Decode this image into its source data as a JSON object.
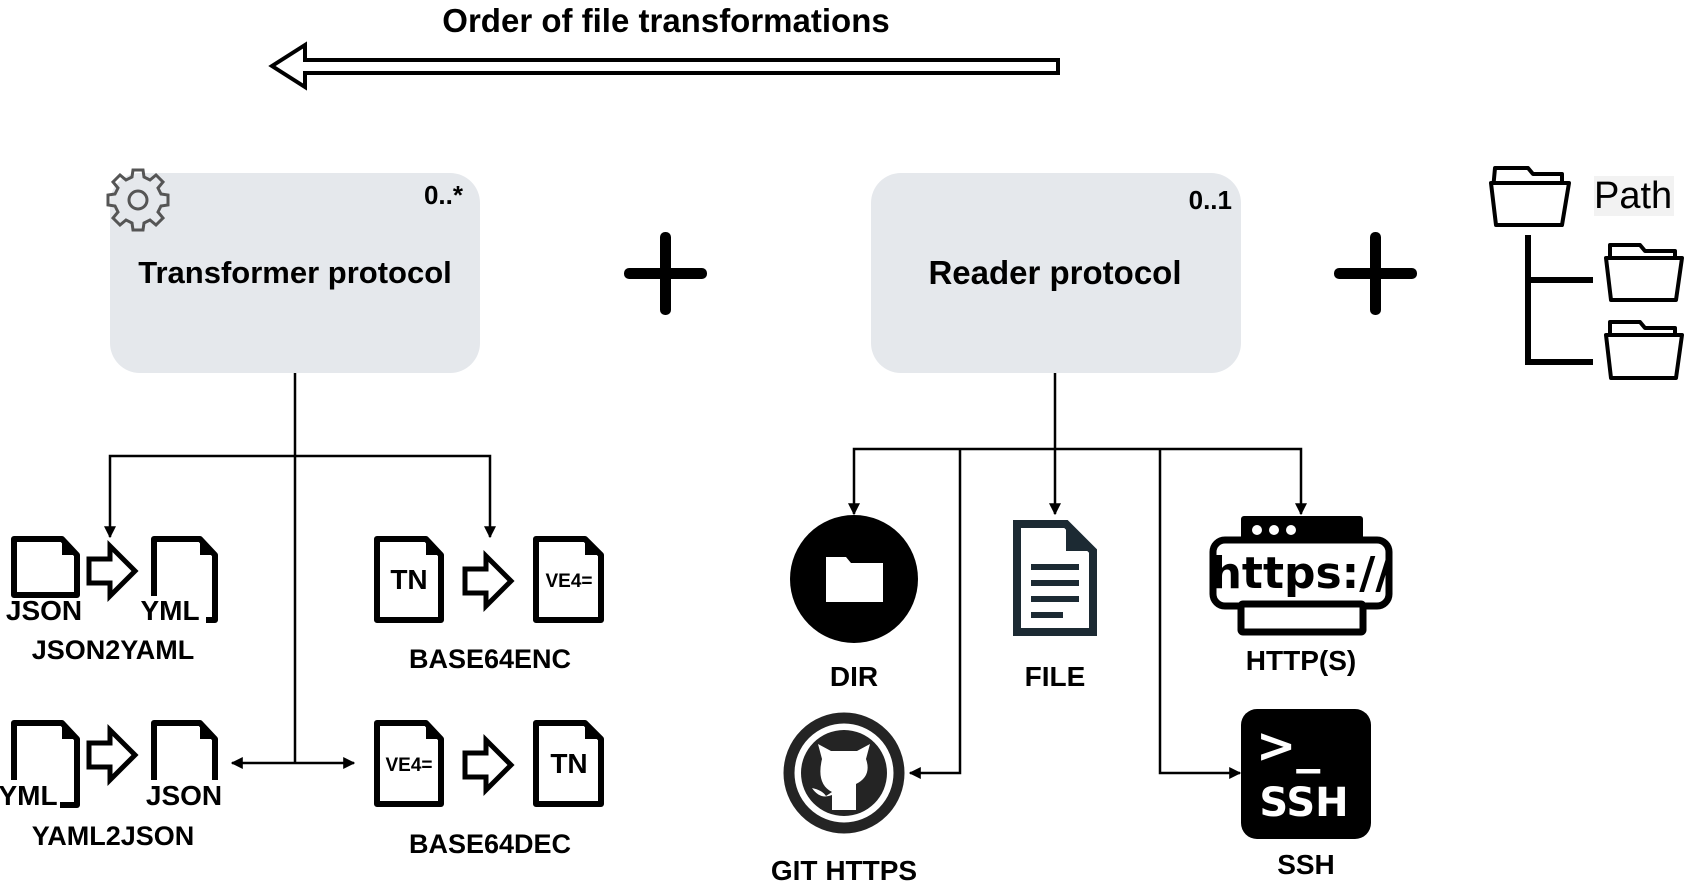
{
  "title": "Order of file transformations",
  "transformer": {
    "label": "Transformer protocol",
    "multiplicity": "0..*",
    "items": [
      {
        "label": "JSON2YAML",
        "from": "JSON",
        "to": "YML"
      },
      {
        "label": "BASE64ENC",
        "from": "TN",
        "to": "VE4="
      },
      {
        "label": "YAML2JSON",
        "from": "YML",
        "to": "JSON"
      },
      {
        "label": "BASE64DEC",
        "from": "VE4=",
        "to": "TN"
      }
    ]
  },
  "reader": {
    "label": "Reader protocol",
    "multiplicity": "0..1",
    "items": {
      "dir": "DIR",
      "file": "FILE",
      "http": "HTTP(S)",
      "http_badge": "https://",
      "git": "GIT HTTPS",
      "ssh": "SSH",
      "ssh_prompt": ">_"
    }
  },
  "path": {
    "label": "Path"
  },
  "icons": {
    "gear": "gear-icon",
    "plus": "plus-icon",
    "folder": "folder-icon",
    "document": "document-icon",
    "github": "github-icon",
    "terminal": "terminal-icon",
    "browser": "browser-icon",
    "arrow": "hollow-arrow-icon"
  },
  "colors": {
    "box_fill": "#e5e8ec",
    "ink": "#000000",
    "file_icon": "#1c2a33",
    "gear": "#555555"
  }
}
